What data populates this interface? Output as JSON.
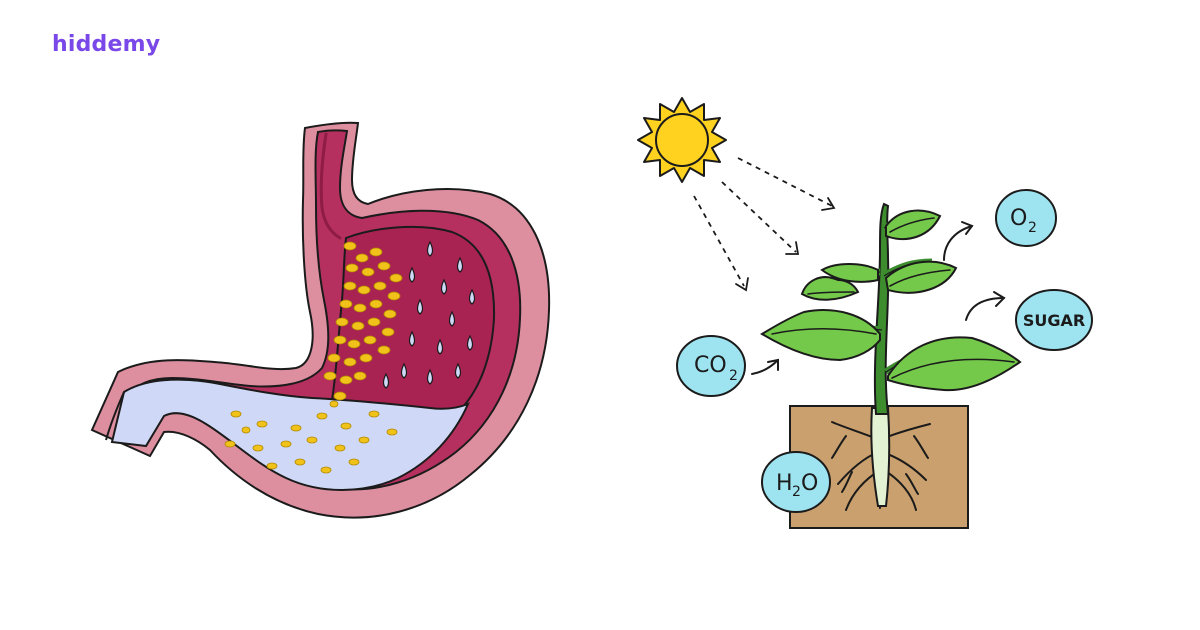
{
  "brand": {
    "name": "hiddemy"
  },
  "colors": {
    "brand": "#7a48e8",
    "stomach_wall": "#dd8fa0",
    "stomach_lining": "#b5305e",
    "gastric_fluid": "#cfd9f7",
    "food_particles": "#f0c21a",
    "acid_drops": "#cfd9f7",
    "sun": "#ffd21f",
    "leaf": "#74c94a",
    "stem": "#3d8c2e",
    "soil": "#c9a06e",
    "bubble": "#9ee3f0",
    "outline": "#1b1b1b"
  },
  "photosynthesis": {
    "labels": {
      "co2": {
        "main": "CO",
        "sub": "2"
      },
      "o2": {
        "main": "O",
        "sub": "2"
      },
      "sugar": "SUGAR",
      "h2o": {
        "pre": "H",
        "sub": "2",
        "post": "O"
      }
    },
    "icons": [
      "sun-icon",
      "plant-icon",
      "soil-block",
      "root-icon"
    ]
  },
  "digestion": {
    "icons": [
      "stomach-icon",
      "esophagus-icon",
      "duodenum-icon",
      "food-particles",
      "acid-drops"
    ]
  }
}
